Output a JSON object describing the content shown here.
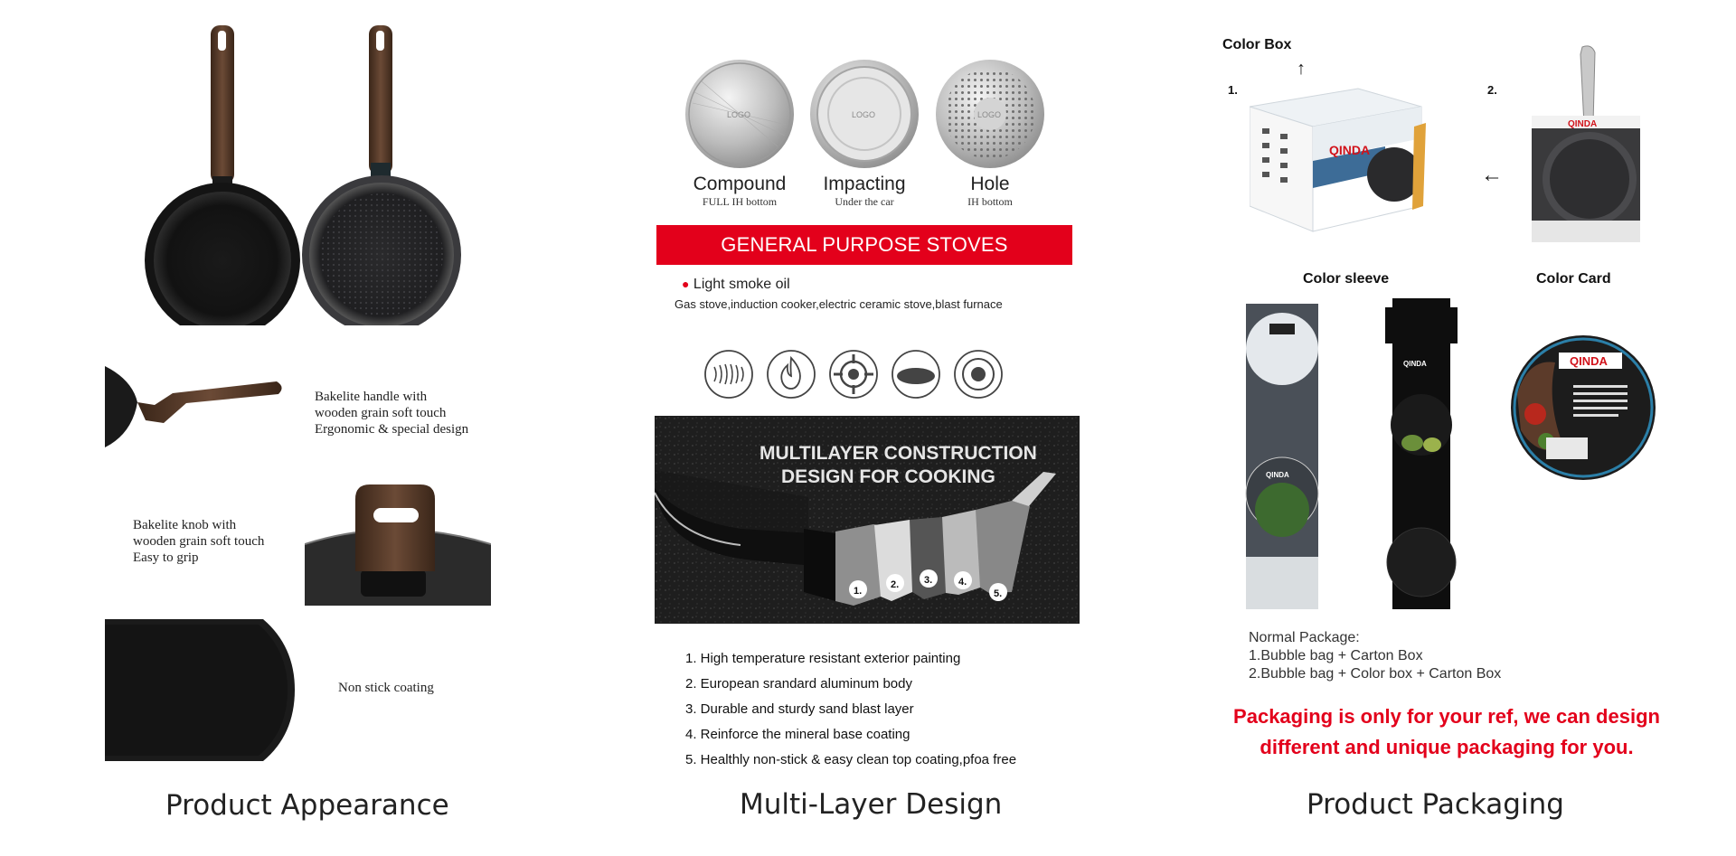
{
  "captions": {
    "appearance": "Product Appearance",
    "multilayer": "Multi-Layer Design",
    "packaging": "Product Packaging"
  },
  "appearance": {
    "handle_lines": [
      "Bakelite handle with",
      "wooden grain soft touch",
      "Ergonomic & special design"
    ],
    "knob_lines": [
      "Bakelite knob with",
      "wooden grain soft touch",
      "Easy to grip"
    ],
    "coating": "Non stick coating"
  },
  "bottoms": [
    {
      "title": "Compound",
      "sub": "FULL IH bottom",
      "logo": "LOGO"
    },
    {
      "title": "Impacting",
      "sub": "Under the car",
      "logo": "LOGO"
    },
    {
      "title": "Hole",
      "sub": "IH bottom",
      "logo": "LOGO"
    }
  ],
  "stoves": {
    "banner": "GENERAL PURPOSE STOVES",
    "oil": "Light smoke oil",
    "types": "Gas stove,induction cooker,electric ceramic stove,blast furnace",
    "icons": [
      "induction-coil-icon",
      "flame-icon",
      "gas-burner-icon",
      "ceramic-plate-icon",
      "hotplate-icon"
    ]
  },
  "construction": {
    "title_lines": [
      "MULTILAYER CONSTRUCTION",
      "DESIGN FOR COOKING"
    ],
    "layer_markers": [
      "1.",
      "2.",
      "3.",
      "4.",
      "5."
    ],
    "layers": [
      "1. High temperature resistant exterior painting",
      "2. European srandard aluminum body",
      "3. Durable and sturdy sand blast layer",
      "4. Reinforce the mineral base coating",
      "5. Healthly non-stick & easy clean top coating,pfoa free"
    ]
  },
  "packaging": {
    "color_box": "Color Box",
    "color_sleeve": "Color sleeve",
    "color_card": "Color Card",
    "num1": "1.",
    "num2": "2.",
    "brand": "QINDA",
    "normal_title": "Normal Package:",
    "normal_lines": [
      "1.Bubble bag + Carton Box",
      "2.Bubble bag + Color box + Carton Box"
    ],
    "note_lines": [
      "Packaging is only for your ref, we can design",
      "different and unique packaging for you."
    ]
  },
  "colors": {
    "accent_red": "#e3001b",
    "pan_dark": "#1c1c1e",
    "wood": "#4a3225"
  }
}
